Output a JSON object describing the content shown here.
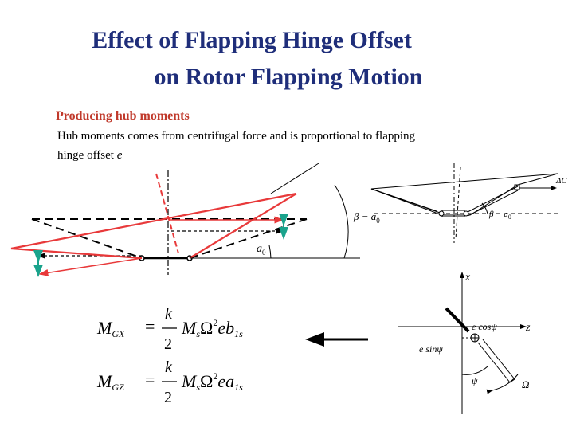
{
  "title": {
    "line1": "Effect of Flapping Hinge Offset",
    "line2": "on Rotor Flapping Motion"
  },
  "subheading": "Producing hub moments",
  "description": {
    "line1": "Hub moments comes from centrifugal force and is proportional to flapping",
    "line2_prefix": "hinge offset ",
    "line2_var": "e"
  },
  "left_diagram": {
    "angle_a0_label": "a",
    "angle_a0_sub": "0",
    "angle_beta_label": "β − a",
    "angle_beta_sub": "0"
  },
  "right_diagram": {
    "delta_c_label": "ΔC",
    "beta_a0_label": "β − a",
    "beta_a0_sub": "0"
  },
  "polar_diagram": {
    "x_axis_label": "x",
    "z_axis_label": "z",
    "e_cos_label": "e cosψ",
    "e_sin_label": "e sinψ",
    "psi_label": "ψ",
    "omega_label": "Ω"
  },
  "equations": [
    {
      "lhs": "M",
      "lhs_sub": "GX",
      "eq": "=",
      "num": "k",
      "den": "2",
      "rhs_M": "M",
      "rhs_M_sub": "s",
      "omega": "Ω",
      "power": "2",
      "term": "eb",
      "term_sub": "1s"
    },
    {
      "lhs": "M",
      "lhs_sub": "GZ",
      "eq": "=",
      "num": "k",
      "den": "2",
      "rhs_M": "M",
      "rhs_M_sub": "s",
      "omega": "Ω",
      "power": "2",
      "term": "ea",
      "term_sub": "1s"
    }
  ],
  "colors": {
    "title": "#1f2e7a",
    "subheading": "#c0392b",
    "blade_red": "#e8393a",
    "marker_teal": "#1aa38c"
  }
}
